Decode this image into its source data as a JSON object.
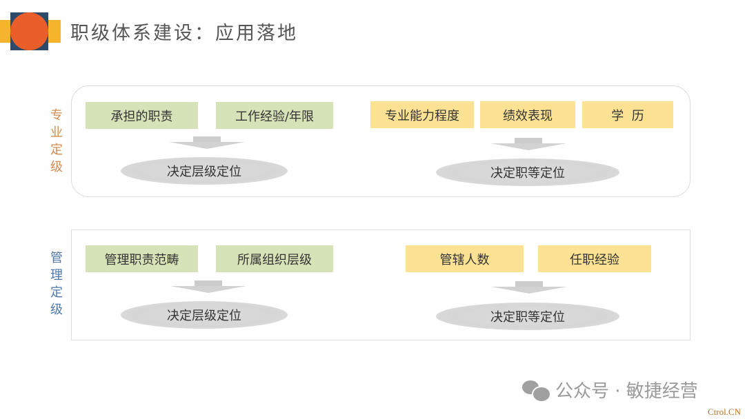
{
  "header": {
    "title": "职级体系建设：应用落地",
    "logo": "orange-circle-logo"
  },
  "sections": [
    {
      "id": "professional",
      "side_label": [
        "专",
        "业",
        "定",
        "级"
      ],
      "side_label_color": "#d68a4f",
      "left_group": {
        "inputs": [
          "承担的职责",
          "工作经验/年限"
        ],
        "color": "#d6e2b7",
        "result": "决定层级定位"
      },
      "right_group": {
        "inputs": [
          "专业能力程度",
          "绩效表现",
          "学  历"
        ],
        "color": "#fde294",
        "result": "决定职等定位"
      }
    },
    {
      "id": "management",
      "side_label": [
        "管",
        "理",
        "定",
        "级"
      ],
      "side_label_color": "#4f78a8",
      "left_group": {
        "inputs": [
          "管理职责范畴",
          "所属组织层级"
        ],
        "color": "#d6e2b7",
        "result": "决定层级定位"
      },
      "right_group": {
        "inputs": [
          "管辖人数",
          "任职经验"
        ],
        "color": "#fde294",
        "result": "决定职等定位"
      }
    }
  ],
  "footer": {
    "watermark": "公众号 · 敏捷经营",
    "credit": "Ctrol.CN"
  }
}
